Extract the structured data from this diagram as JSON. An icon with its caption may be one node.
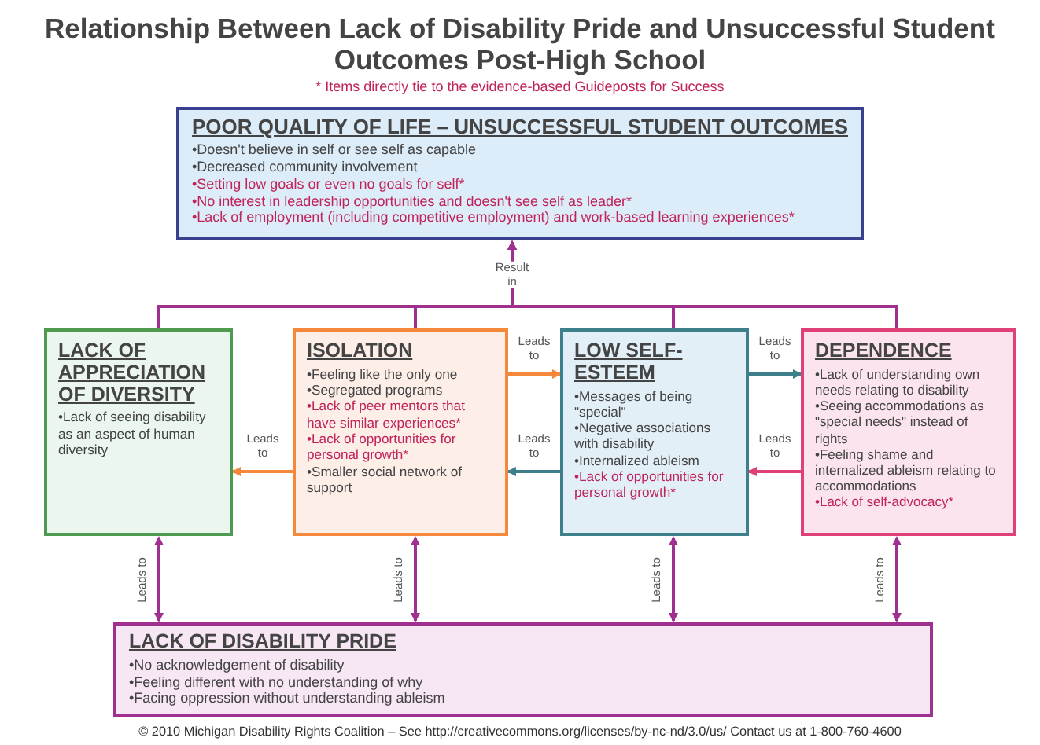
{
  "diagram": {
    "title": "Relationship Between Lack of Disability Pride and Unsuccessful Student Outcomes Post-High School",
    "nodes": [
      {
        "text": [
          "POOR QUALITY OF LIFE – UNSUCCESSFUL STUDENT OUTCOMES",
          "•Doesn't believe in self or see self as capable",
          "•Decreased community involvement",
          "•Setting low goals or even no goals for self*",
          "•No interest in leadership opportunities and doesn't see self as leader*",
          "•Lack of employment (including competitive employment) and work-based learning experiences*"
        ]
      },
      {
        "text": [
          "LACK OF APPRECIATION OF DIVERSITY",
          "•Lack of seeing disability as an aspect of human diversity"
        ]
      },
      {
        "text": [
          "ISOLATION",
          "•Feeling like the only one",
          "•Segregated programs",
          "•Lack of peer mentors that have similar experiences*",
          "•Lack of opportunities for personal growth*",
          "•Smaller social network of support"
        ]
      },
      {
        "text": [
          "LOW SELF-ESTEEM",
          "•Messages of being \"special\"",
          "•Negative associations with disability",
          "•Internalized ableism",
          "•Lack of opportunities for personal growth*"
        ]
      },
      {
        "text": [
          "DEPENDENCE",
          "•Lack of understanding own needs relating to disability",
          "•Seeing accommodations as \"special needs\" instead of rights",
          "•Feeling shame and internalized ableism relating to accommodations",
          "•Lack of self-advocacy*"
        ]
      },
      {
        "text": [
          "LACK OF DISABILITY PRIDE",
          "•No acknowledgement of disability",
          "•Feeling different with no understanding of why",
          "•Facing oppression without understanding ableism"
        ]
      }
    ],
    "edges": [
      {
        "from": 1,
        "to": 0,
        "arrow": "to",
        "label": "Result in"
      },
      {
        "from": 2,
        "to": 0,
        "arrow": "to"
      },
      {
        "from": 3,
        "to": 0,
        "arrow": "to"
      },
      {
        "from": 4,
        "to": 0,
        "arrow": "to"
      },
      {
        "from": 2,
        "to": 3,
        "arrow": "to",
        "label": "Leads to",
        "color": "#f5883a"
      },
      {
        "from": 3,
        "to": 2,
        "arrow": "to",
        "label": "Leads to",
        "color": "#3e7f8c"
      },
      {
        "from": 2,
        "to": 1,
        "arrow": "to",
        "label": "Leads to",
        "color": "#f5883a"
      },
      {
        "from": 3,
        "to": 4,
        "arrow": "to",
        "label": "Leads to",
        "color": "#3e7f8c"
      },
      {
        "from": 4,
        "to": 3,
        "arrow": "to",
        "label": "Leads to",
        "color": "#e0407a"
      },
      {
        "from": 1,
        "to": 5,
        "arrow": "both",
        "label": "Leads to"
      },
      {
        "from": 2,
        "to": 5,
        "arrow": "both",
        "label": "Leads to"
      },
      {
        "from": 3,
        "to": 5,
        "arrow": "both",
        "label": "Leads to"
      },
      {
        "from": 4,
        "to": 5,
        "arrow": "both",
        "label": "Leads to"
      }
    ],
    "labels": [
      "* Items directly tie to the evidence-based Guideposts for Success",
      "© 2010 Michigan Disability Rights Coalition – See http://creativecommons.org/licenses/by-nc-nd/3.0/us/  Contact us at 1-800-760-4600"
    ]
  }
}
